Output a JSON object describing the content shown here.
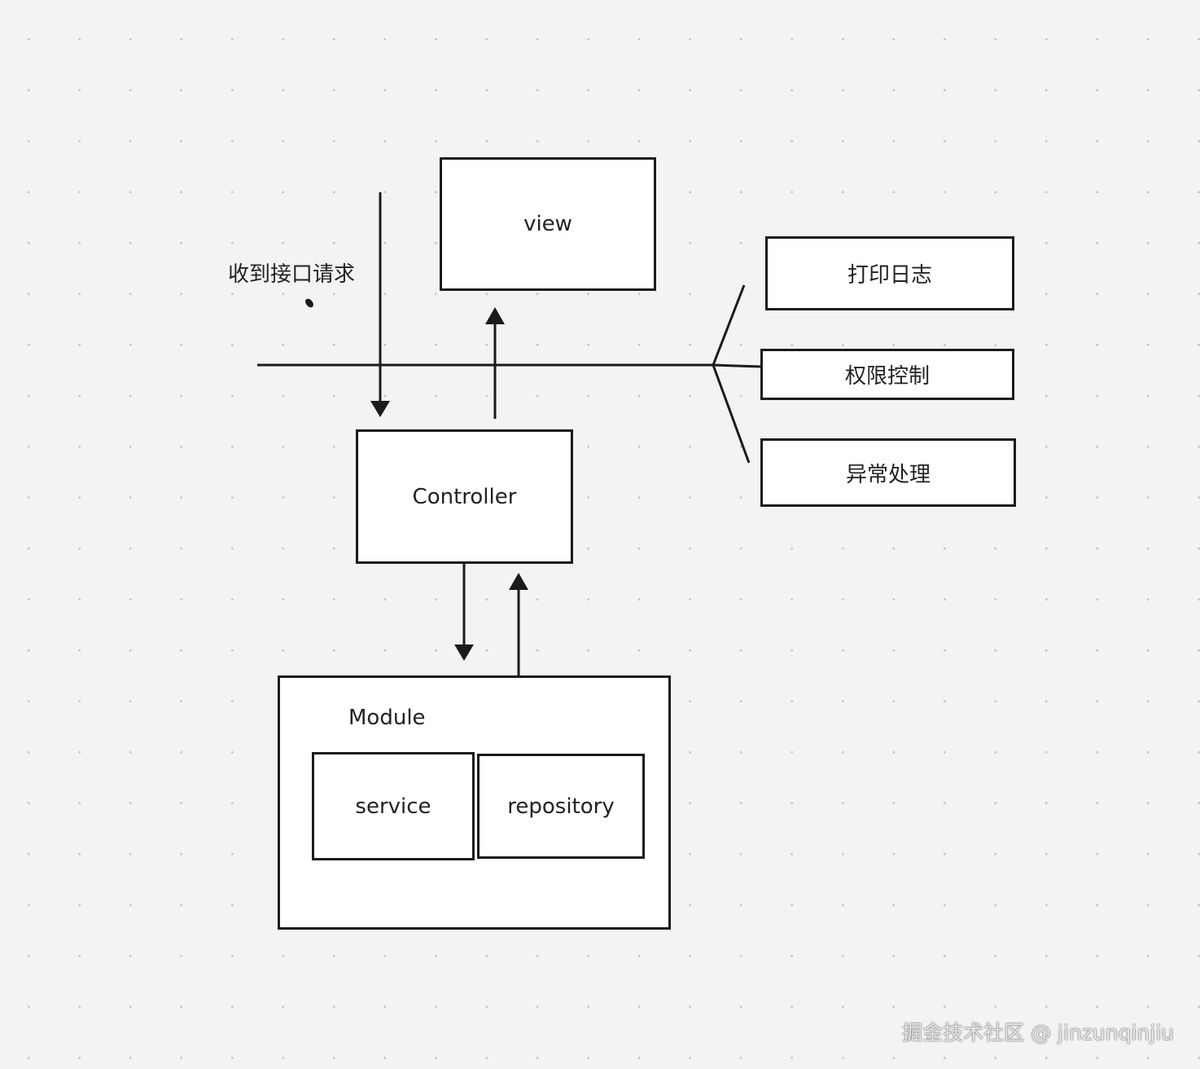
{
  "nodes": {
    "view": "view",
    "controller": "Controller",
    "module": "Module",
    "service": "service",
    "repository": "repository",
    "print_log": "打印日志",
    "permission_control": "权限控制",
    "exception_handling": "异常处理"
  },
  "annotations": {
    "request_label": "收到接口请求"
  },
  "watermark": "掘金技术社区 @ jinzunqinjiu",
  "colors": {
    "background": "#f3f3f5",
    "stroke": "#1b1b1b",
    "box_fill": "#ffffff",
    "grid_dot": "#c4c4c8"
  }
}
